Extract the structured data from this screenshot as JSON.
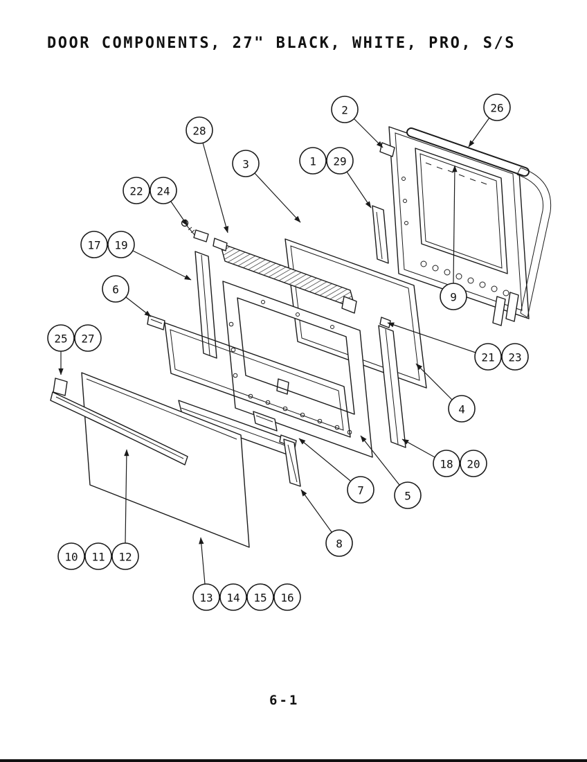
{
  "page": {
    "title": "DOOR COMPONENTS, 27\" BLACK, WHITE, PRO, S/S",
    "page_number": "6-1"
  },
  "colors": {
    "ink": "#1a1a1a",
    "paper": "#ffffff"
  },
  "callouts": [
    {
      "label": "2"
    },
    {
      "label": "26"
    },
    {
      "label": "28"
    },
    {
      "label": "3"
    },
    {
      "label": "1"
    },
    {
      "label": "29"
    },
    {
      "label": "22"
    },
    {
      "label": "24"
    },
    {
      "label": "17"
    },
    {
      "label": "19"
    },
    {
      "label": "6"
    },
    {
      "label": "25"
    },
    {
      "label": "27"
    },
    {
      "label": "9"
    },
    {
      "label": "21"
    },
    {
      "label": "23"
    },
    {
      "label": "4"
    },
    {
      "label": "18"
    },
    {
      "label": "20"
    },
    {
      "label": "7"
    },
    {
      "label": "5"
    },
    {
      "label": "8"
    },
    {
      "label": "10"
    },
    {
      "label": "11"
    },
    {
      "label": "12"
    },
    {
      "label": "13"
    },
    {
      "label": "14"
    },
    {
      "label": "15"
    },
    {
      "label": "16"
    }
  ]
}
